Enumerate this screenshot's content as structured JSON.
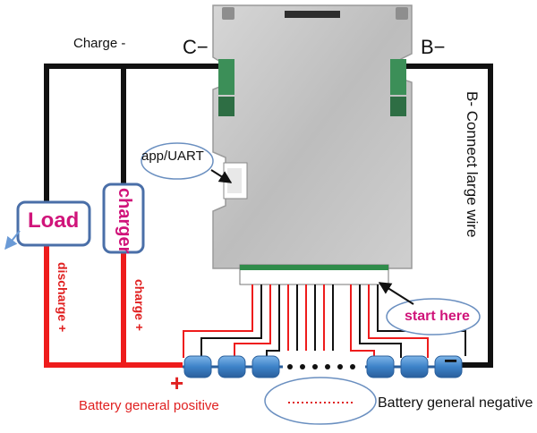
{
  "labels": {
    "charge_negative": "Charge -",
    "c_minus": "C−",
    "b_minus": "B−",
    "b_connect": "B-  Connect large wire",
    "app_uart": "app/UART",
    "load": "Load",
    "charger": "charger",
    "discharge_plus": "discharge +",
    "charge_plus": "charge +",
    "start_here": "start here",
    "battery_positive": "Battery general positive",
    "battery_negative": "Battery general negative",
    "plus_sign": "+",
    "minus_sign": "−"
  },
  "colors": {
    "wire_negative": "#111111",
    "wire_positive": "#ee1c1c",
    "board": "#c4c4c4",
    "cell": "#4a8fd0",
    "box_border": "#4a6fa8",
    "accent_label": "#d0147a"
  }
}
